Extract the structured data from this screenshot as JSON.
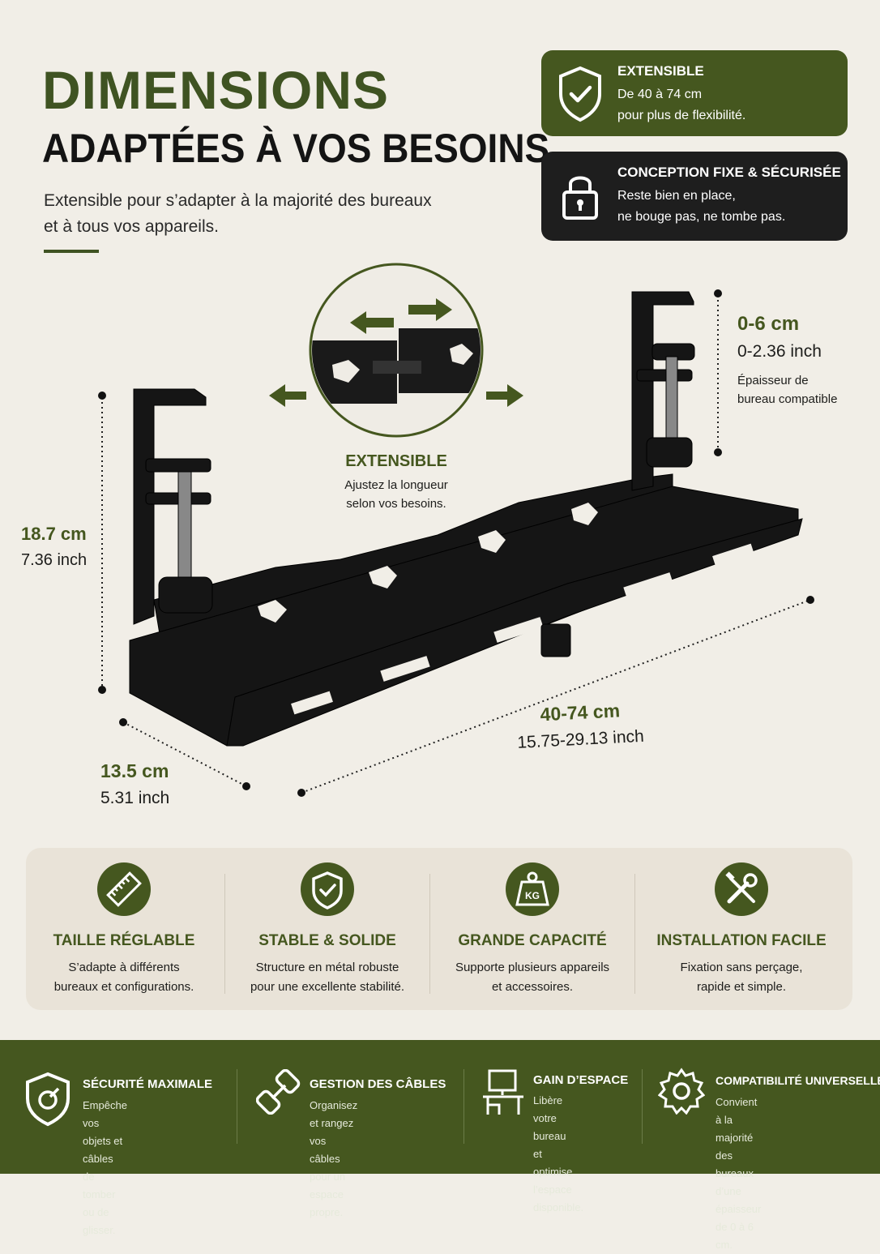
{
  "header": {
    "title_line1": "DIMENSIONS",
    "title_line2": "ADAPTÉES À VOS BESOINS",
    "intro_line1": "Extensible pour s’adapter à la majorité des bureaux",
    "intro_line2": "et à tous vos appareils."
  },
  "cards": [
    {
      "title": "EXTENSIBLE",
      "line1": "De 40 à 74 cm",
      "line2": "pour plus de flexibilité.",
      "icon": "shield-check-icon"
    },
    {
      "title": "CONCEPTION FIXE & SÉCURISÉE",
      "line1": "Reste bien en place,",
      "line2": "ne bouge pas, ne tombe pas.",
      "icon": "padlock-icon"
    }
  ],
  "diagram": {
    "zoom_title": "EXTENSIBLE",
    "zoom_line1": "Ajustez la longueur",
    "zoom_line2": "selon vos besoins.",
    "height_cm": "18.7 cm",
    "height_in": "7.36 inch",
    "depth_cm": "13.5 cm",
    "depth_in": "5.31 inch",
    "length_cm": "40-74 cm",
    "length_in": "15.75-29.13 inch",
    "clamp_cm": "0-6 cm",
    "clamp_in": "0-2.36 inch",
    "clamp_note1": "Épaisseur de",
    "clamp_note2": "bureau compatible"
  },
  "features": [
    {
      "title": "TAILLE RÉGLABLE",
      "line1": "S’adapte à différents",
      "line2": "bureaux et configurations.",
      "icon": "ruler-icon"
    },
    {
      "title": "STABLE & SOLIDE",
      "line1": "Structure en métal robuste",
      "line2": "pour une excellente stabilité.",
      "icon": "shield-check-icon"
    },
    {
      "title": "GRANDE CAPACITÉ",
      "line1": "Supporte plusieurs appareils",
      "line2": "et accessoires.",
      "icon": "weight-kg-icon",
      "icon_text": "KG"
    },
    {
      "title": "INSTALLATION FACILE",
      "line1": "Fixation sans perçage,",
      "line2": "rapide et simple.",
      "icon": "tools-icon"
    }
  ],
  "bottom": [
    {
      "title": "SÉCURITÉ MAXIMALE",
      "line1": "Empêche vos objets et câbles",
      "line2": "de tomber ou de glisser.",
      "icon": "shield-icon"
    },
    {
      "title": "GESTION DES CÂBLES",
      "line1": "Organisez et rangez vos câbles",
      "line2": "pour un espace propre.",
      "icon": "cable-icon"
    },
    {
      "title": "GAIN D’ESPACE",
      "line1": "Libère votre bureau",
      "line2": "et optimise l’espace",
      "line3": "disponible.",
      "icon": "desk-monitor-icon"
    },
    {
      "title": "COMPATIBILITÉ UNIVERSELLE",
      "line1": "Convient à la majorité des",
      "line2": "bureaux d’une épaisseur",
      "line3": "de 0 à 6 cm.",
      "icon": "gear-icon"
    }
  ],
  "colors": {
    "brand_green": "#45571f",
    "dark": "#1e1e1e",
    "background": "#f1eee7"
  }
}
